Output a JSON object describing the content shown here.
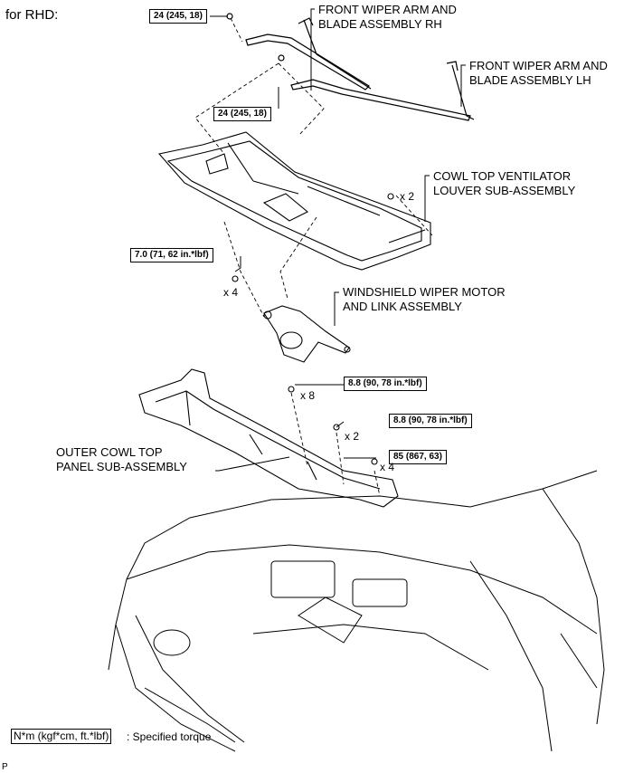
{
  "header": {
    "variant": "for RHD:"
  },
  "callouts": {
    "wiper_rh": [
      "FRONT WIPER ARM AND",
      "BLADE ASSEMBLY RH"
    ],
    "wiper_lh": [
      "FRONT WIPER ARM AND",
      "BLADE ASSEMBLY LH"
    ],
    "cowl_louver": [
      "COWL TOP VENTILATOR",
      "LOUVER SUB-ASSEMBLY"
    ],
    "wiper_motor": [
      "WINDSHIELD WIPER MOTOR",
      "AND LINK ASSEMBLY"
    ],
    "outer_cowl": [
      "OUTER COWL TOP",
      "PANEL SUB-ASSEMBLY"
    ]
  },
  "torques": {
    "wiper_nut_rh": "24 (245, 18)",
    "wiper_nut_lh": "24 (245, 18)",
    "motor_bolt": "7.0 (71, 62 in.*lbf)",
    "panel_bolt": "8.8 (90, 78 in.*lbf)",
    "panel_nut": "8.8 (90, 78 in.*lbf)",
    "panel_bolt_large": "85 (867, 63)"
  },
  "quantities": {
    "louver_clip": "x 2",
    "motor_bolt": "x 4",
    "panel_bolt": "x 8",
    "panel_nut": "x 2",
    "panel_bolt_large": "x 4"
  },
  "legend": {
    "unit_box": "N*m (kgf*cm, ft.*lbf)",
    "description": ": Specified torque"
  },
  "footer": {
    "code": "P"
  }
}
